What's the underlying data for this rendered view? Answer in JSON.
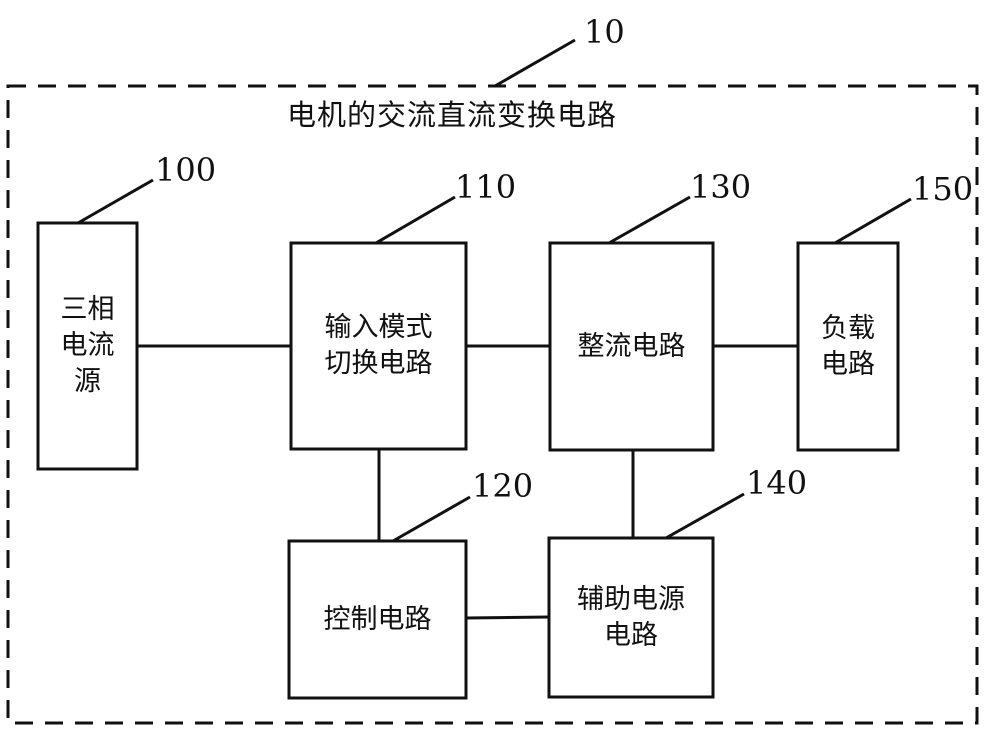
{
  "diagram": {
    "title": "电机的交流直流变换电路",
    "outer_ref": "10",
    "blocks": {
      "source": {
        "ref": "100",
        "lines": [
          "三相",
          "电流",
          "源"
        ]
      },
      "switch": {
        "ref": "110",
        "lines": [
          "输入模式",
          "切换电路"
        ]
      },
      "control": {
        "ref": "120",
        "lines": [
          "控制电路"
        ]
      },
      "rectifier": {
        "ref": "130",
        "lines": [
          "整流电路"
        ]
      },
      "aux_power": {
        "ref": "140",
        "lines": [
          "辅助电源",
          "电路"
        ]
      },
      "load": {
        "ref": "150",
        "lines": [
          "负载",
          "电路"
        ]
      }
    }
  }
}
